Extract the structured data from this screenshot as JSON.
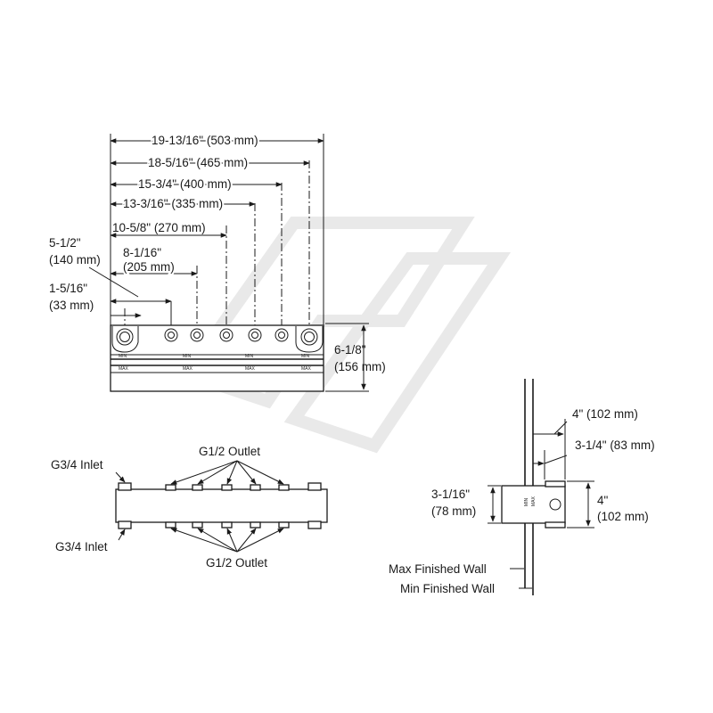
{
  "top_view": {
    "dims": {
      "d503": "19-13/16\" (503 mm)",
      "d465": "18-5/16\" (465 mm)",
      "d400": "15-3/4\" (400 mm)",
      "d335": "13-3/16\" (335 mm)",
      "d270": "10-5/8\" (270 mm)",
      "d205_a": "8-1/16\"",
      "d205_b": "(205 mm)",
      "d140_a": "5-1/2\"",
      "d140_b": "(140 mm)",
      "d33_a": "1-5/16\"",
      "d33_b": "(33 mm)",
      "h156_a": "6-1/8\"",
      "h156_b": "(156 mm)"
    },
    "marks": {
      "min": "MIN",
      "max": "MAX"
    }
  },
  "plan_view": {
    "inlet_top": "G3/4 Inlet",
    "inlet_bottom": "G3/4 Inlet",
    "outlet_top": "G1/2 Outlet",
    "outlet_bottom": "G1/2 Outlet"
  },
  "side_view": {
    "d102_top": "4\" (102 mm)",
    "d83": "3-1/4\" (83 mm)",
    "d78_a": "3-1/16\"",
    "d78_b": "(78 mm)",
    "d102_right_a": "4\"",
    "d102_right_b": "(102 mm)",
    "max_wall": "Max Finished Wall",
    "min_wall": "Min Finished Wall",
    "min_mark": "MIN",
    "max_mark": "MAX"
  }
}
